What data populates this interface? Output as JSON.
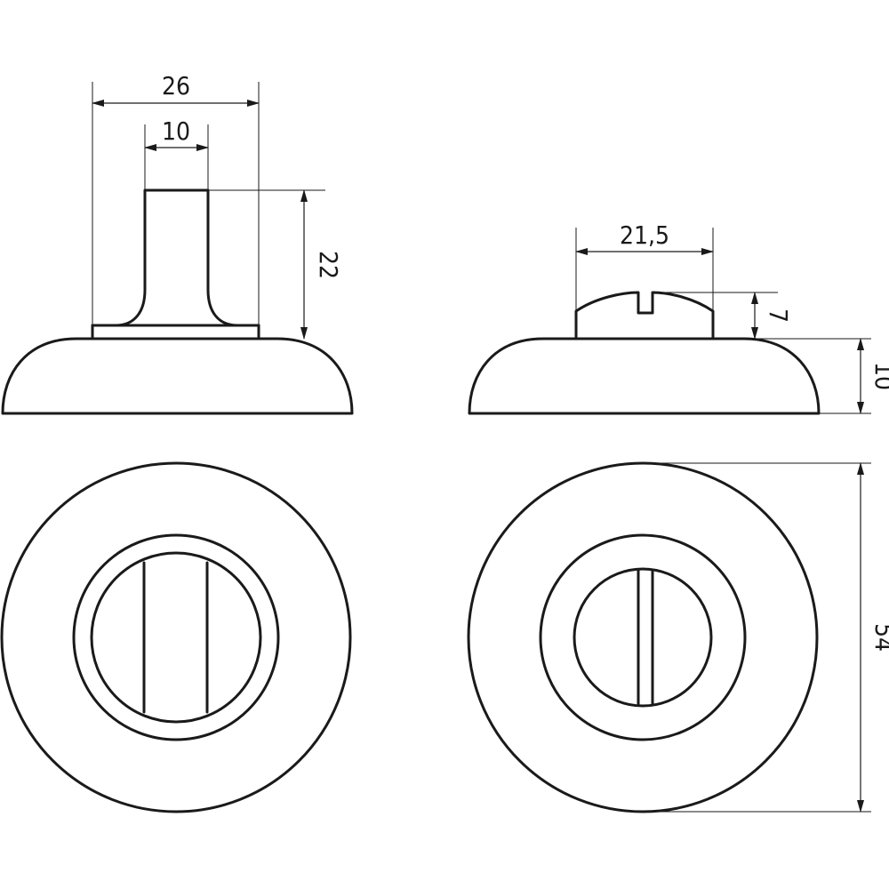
{
  "dimensions": {
    "thumbturn_width": "26",
    "thumbturn_grip": "10",
    "thumbturn_height": "22",
    "indicator_width": "21,5",
    "indicator_height": "7",
    "rosette_height": "10",
    "rosette_diameter": "54"
  },
  "colors": {
    "line": "#1a1a1a",
    "background": "#ffffff"
  }
}
